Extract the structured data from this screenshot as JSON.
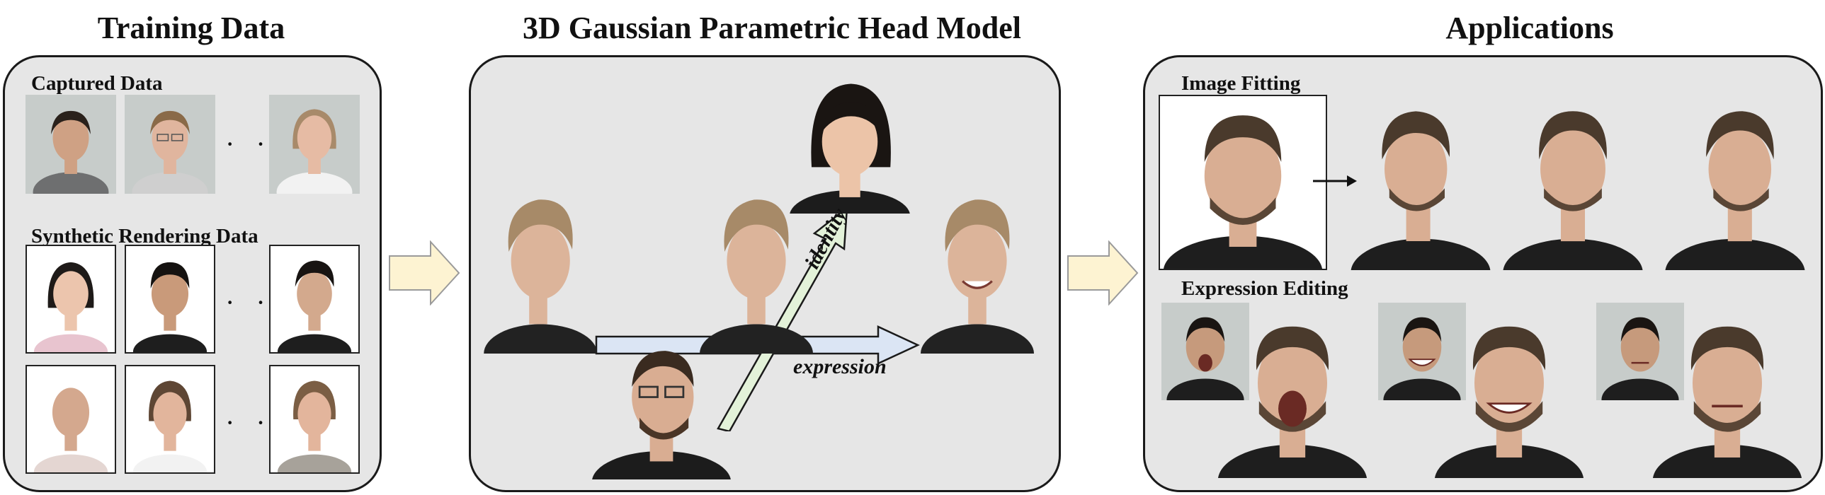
{
  "titles": {
    "training": "Training Data",
    "model": "3D Gaussian Parametric Head Model",
    "applications": "Applications"
  },
  "training_panel": {
    "captured_label": "Captured Data",
    "synthetic_label": "Synthetic Rendering Data",
    "ellipsis": "· · ·"
  },
  "model_panel": {
    "identity_label": "identity",
    "expression_label": "expression"
  },
  "applications_panel": {
    "image_fitting_label": "Image Fitting",
    "expression_editing_label": "Expression Editing"
  },
  "colors": {
    "panel_bg": "#e6e6e6",
    "flow_arrow_fill": "#fdf3d2",
    "identity_arrow_fill": "#e3f2d9",
    "expression_arrow_fill": "#dbe5f4",
    "capture_bg": "#c7ccca",
    "skin": "#dcb49a",
    "hair_blond": "#a78a68",
    "hair_dark": "#2a211b",
    "shirt": "#222222"
  }
}
